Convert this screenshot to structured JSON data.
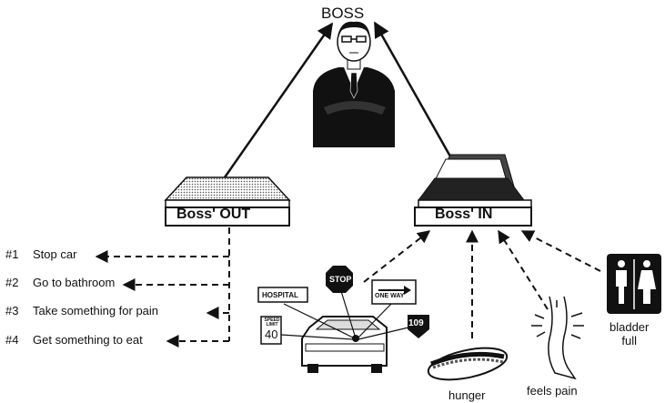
{
  "diagram": {
    "boss_label": "BOSS",
    "out_tray_label": "Boss' OUT",
    "in_tray_label": "Boss' IN",
    "tasks": [
      {
        "num": "#1",
        "text": "Stop car"
      },
      {
        "num": "#2",
        "text": "Go to bathroom"
      },
      {
        "num": "#3",
        "text": "Take something for pain"
      },
      {
        "num": "#4",
        "text": "Get something to eat"
      }
    ],
    "inputs": {
      "hunger": "hunger",
      "pain": "feels pain",
      "bladder_line1": "bladder",
      "bladder_line2": "full"
    },
    "signs": {
      "hospital": "HOSPITAL",
      "stop": "STOP",
      "one_way": "ONE WAY",
      "speed_limit_line1": "SPEED",
      "speed_limit_line2": "LIMIT",
      "speed_value": "40",
      "route": "109"
    }
  }
}
